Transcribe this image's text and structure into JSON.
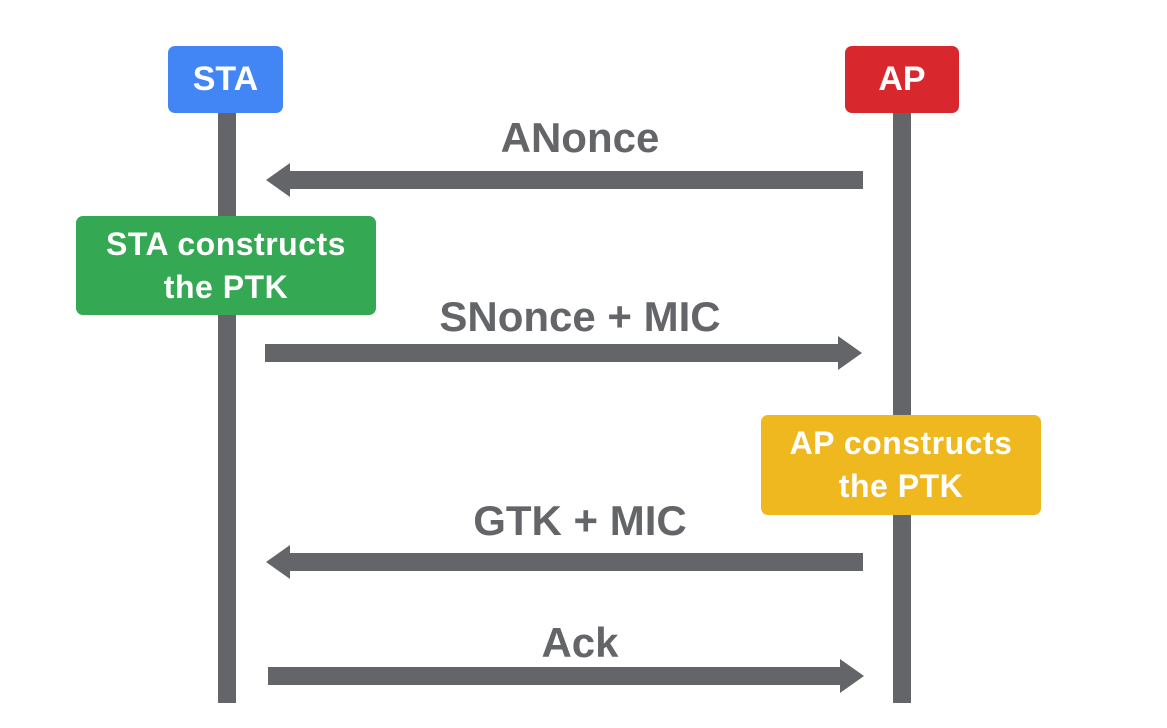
{
  "colors": {
    "sta": "#4285f4",
    "ap": "#d8282e",
    "sta_note": "#34a853",
    "ap_note": "#f0b81f",
    "line": "#636569"
  },
  "actors": {
    "sta": "STA",
    "ap": "AP"
  },
  "notes": {
    "sta": {
      "line1": "STA constructs",
      "line2": "the PTK"
    },
    "ap": {
      "line1": "AP constructs",
      "line2": "the PTK"
    }
  },
  "messages": [
    {
      "label": "ANonce",
      "direction": "AP to STA"
    },
    {
      "label": "SNonce + MIC",
      "direction": "STA to AP"
    },
    {
      "label": "GTK + MIC",
      "direction": "AP to STA"
    },
    {
      "label": "Ack",
      "direction": "STA to AP"
    }
  ]
}
